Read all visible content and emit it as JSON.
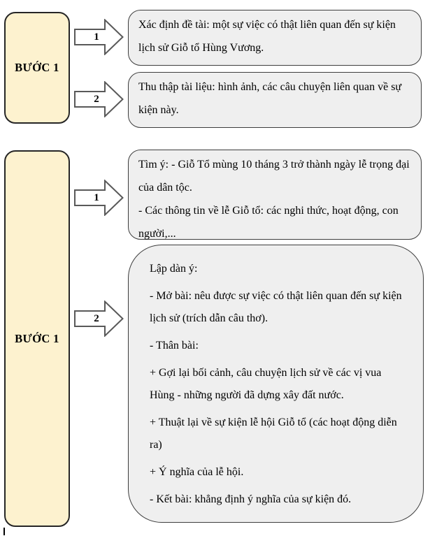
{
  "colors": {
    "step_fill": "#fdf2cf",
    "step_border": "#262626",
    "box_fill": "#efefef",
    "box_border": "#3d3d3d",
    "arrow_fill": "#ffffff",
    "arrow_border": "#595959"
  },
  "diagram": {
    "sections": [
      {
        "step_label": "BƯỚC 1",
        "items": [
          {
            "arrow_number": "1",
            "text": "Xác định đề tài: một sự việc có thật liên quan đến sự kiện lịch sử Giỗ tổ Hùng Vương."
          },
          {
            "arrow_number": "2",
            "text": "Thu thập tài liệu: hình ảnh, các câu chuyện liên quan về sự kiện này."
          }
        ]
      },
      {
        "step_label": "BƯỚC 1",
        "items": [
          {
            "arrow_number": "1",
            "paragraphs": [
              "Tìm ý: - Giỗ Tổ mùng 10 tháng 3 trở thành ngày lễ trọng đại của dân tộc.",
              "- Các thông tin về lễ Giỗ tổ: các nghi thức, hoạt động, con người,..."
            ]
          },
          {
            "arrow_number": "2",
            "paragraphs": [
              "Lập dàn ý:",
              "- Mở bài: nêu được sự việc có thật liên quan đến sự kiện lịch sử (trích dẫn câu thơ).",
              "- Thân bài:",
              "+ Gợi lại bối cảnh, câu chuyện lịch sử về các vị vua Hùng - những người đã dựng xây đất nước.",
              "+ Thuật lại về sự kiện lễ hội Giỗ tổ (các hoạt động diễn ra)",
              "+ Ý nghĩa của lễ hội.",
              "- Kết bài: khẳng định ý nghĩa của sự kiện đó."
            ]
          }
        ]
      }
    ]
  }
}
